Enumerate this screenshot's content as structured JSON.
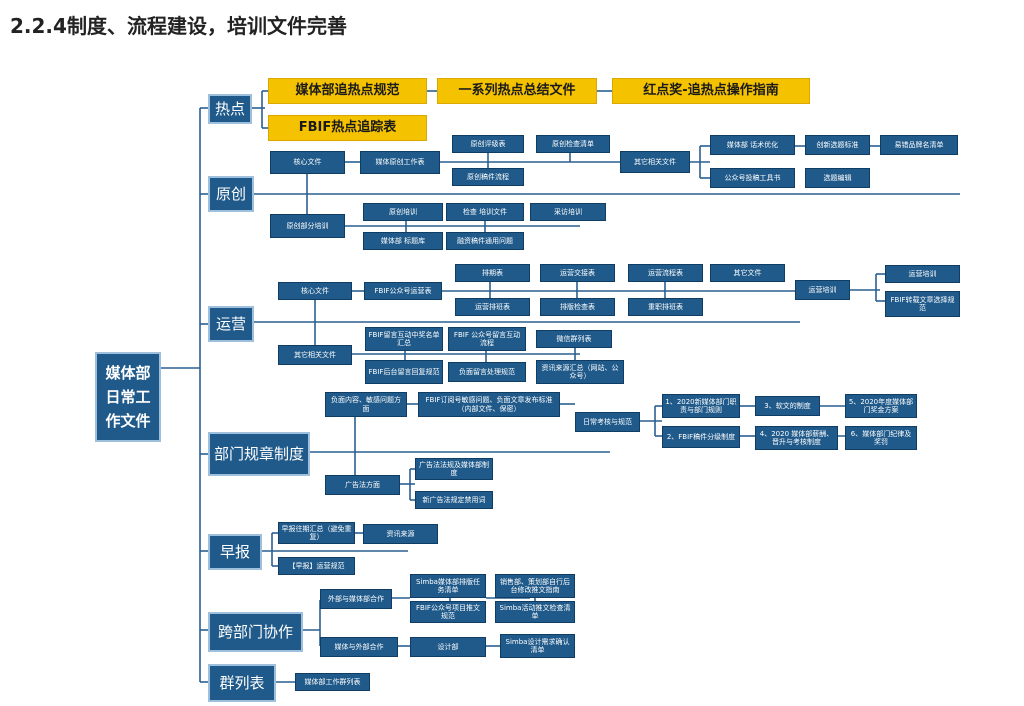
{
  "page_title": "2.2.4制度、流程建设，培训文件完善",
  "root": "媒体部日常工作文件",
  "categories": {
    "hot": "热点",
    "original": "原创",
    "ops": "运营",
    "rules": "部门规章制度",
    "morning": "早报",
    "cross": "跨部门协作",
    "group": "群列表"
  },
  "hot": {
    "n1": "媒体部追热点规范",
    "n2": "一系列热点总结文件",
    "n3": "红点奖-追热点操作指南",
    "n4": "FBIF热点追踪表"
  },
  "original": {
    "core": "核心文件",
    "worktable": "媒体原创工作表",
    "review": "原创评级表",
    "check": "原创检查清单",
    "flow": "原创稿件流程",
    "related": "其它相关文件",
    "speech": "媒体部 话术优化",
    "topic": "创新选题标准",
    "brand": "易错品牌名清单",
    "tool": "公众号投稿工具书",
    "edit": "选题编辑",
    "trainpart": "原创部分培训",
    "train": "原创培训",
    "checktrain": "检查 培训文件",
    "interview": "采访培训",
    "titlelib": "媒体部 标题库",
    "issues": "融资稿件通用问题"
  },
  "ops": {
    "core": "核心文件",
    "table": "FBIF公众号运营表",
    "schedule": "排期表",
    "handover": "运营交接表",
    "flowtable": "运营流程表",
    "other": "其它文件",
    "train": "运营培训",
    "train2": "运营培训",
    "rules": "FBIF转载文章选择规范",
    "checktable": "运营排班表",
    "layout": "排版检查表",
    "leave": "重职排班表",
    "related": "其它相关文件",
    "comment1": "FBIF留言互动中奖名单汇总",
    "comment2": "FBIF 公众号留言互动流程",
    "wechat": "微信群列表",
    "reply": "FBIF后台留言回复规范",
    "negative": "负面留言处理规范",
    "source": "资讯来源汇总（网站、公众号）"
  },
  "rules": {
    "negative": "负面内容、敏感问题方面",
    "subs": "FBIF订阅号敏感问题、负面文章发布标准（内部文件、保密）",
    "daily": "日常考核与规范",
    "r1": "1、2020新媒体部门职责与部门规则",
    "r2": "2、FBIF稿件分级制度",
    "r3": "3、软文的制度",
    "r4": "4、2020 媒体部薪酬、晋升与考核制度",
    "r5": "5、2020年度媒体部门奖金方案",
    "r6": "6、媒体部门纪律及奖罚",
    "ad": "广告法方面",
    "ad1": "广告法法规及媒体部制度",
    "ad2": "新广告法规定禁用词"
  },
  "morning": {
    "summary": "早报往期汇总（避免重复）",
    "source": "资讯来源",
    "rules": "【早报】运营规范"
  },
  "cross": {
    "external": "外部与媒体部合作",
    "simba1": "Simba媒体部排版任务清单",
    "sales": "销售部、策划部自行后台修改推文指南",
    "fbif": "FBIF公众号项目推文规范",
    "simba2": "Simba活动推文检查清单",
    "mediaext": "媒体与外部合作",
    "design": "设计部",
    "simba3": "Simba设计需求确认清单"
  },
  "group": {
    "list": "媒体部工作群列表"
  },
  "colors": {
    "node": "#1f5a8a",
    "gold": "#f5c200",
    "line": "#2a5f8f"
  }
}
